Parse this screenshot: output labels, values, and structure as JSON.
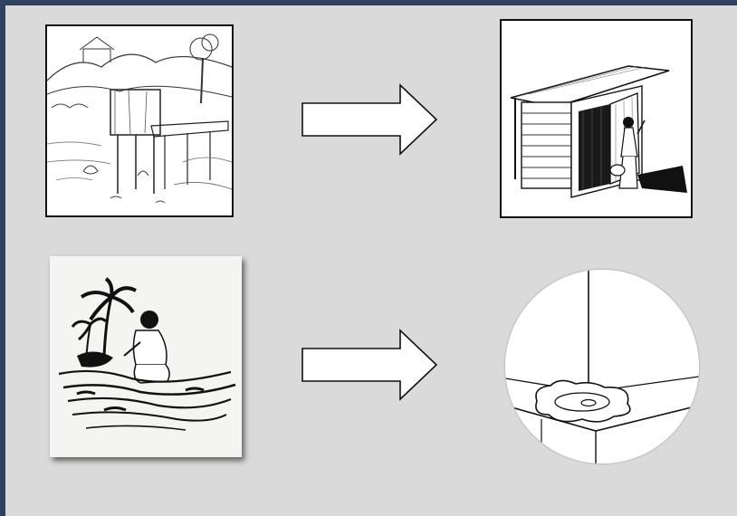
{
  "slide": {
    "background": "#dadada",
    "border_color": "#2f4260"
  },
  "rows": [
    {
      "before": {
        "icon": "open-defecation-riverside-latrine-sketch"
      },
      "arrow": {
        "icon": "right-arrow-icon",
        "direction": "right"
      },
      "after": {
        "icon": "covered-latrine-shed-with-woman-sketch"
      }
    },
    {
      "before": {
        "icon": "boy-in-water-under-palm-trees-sketch"
      },
      "arrow": {
        "icon": "right-arrow-icon",
        "direction": "right"
      },
      "after": {
        "icon": "squat-toilet-pan-in-corner-sketch"
      }
    }
  ]
}
